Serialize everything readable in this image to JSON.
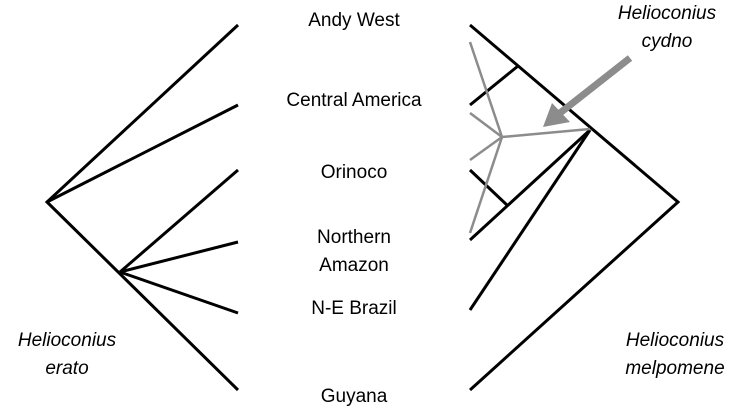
{
  "populations": [
    "Andy West",
    "Central America",
    "Orinoco",
    "Northern",
    "Amazon",
    "N-E Brazil",
    "Guyana"
  ],
  "species": {
    "erato": [
      "Helioconius",
      "erato"
    ],
    "melpomene": [
      "Helioconius",
      "melpomene"
    ],
    "cydno": [
      "Helioconius",
      "cydno"
    ]
  },
  "colors": {
    "tree": "#000000",
    "cydno": "#8c8c8c"
  }
}
